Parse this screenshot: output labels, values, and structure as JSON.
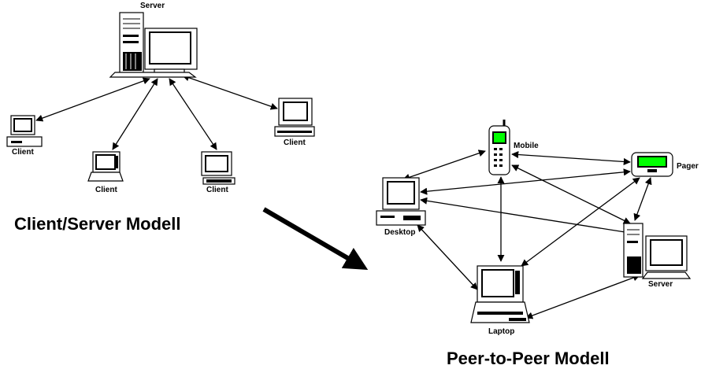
{
  "client_server": {
    "title": "Client/Server Modell",
    "server_label": "Server",
    "client_label": "Client"
  },
  "peer_to_peer": {
    "title": "Peer-to-Peer Modell",
    "labels": {
      "mobile": "Mobile",
      "pager": "Pager",
      "desktop": "Desktop",
      "laptop": "Laptop",
      "server": "Server"
    }
  },
  "colors": {
    "display_green": "#00ff00",
    "line": "#000000"
  }
}
